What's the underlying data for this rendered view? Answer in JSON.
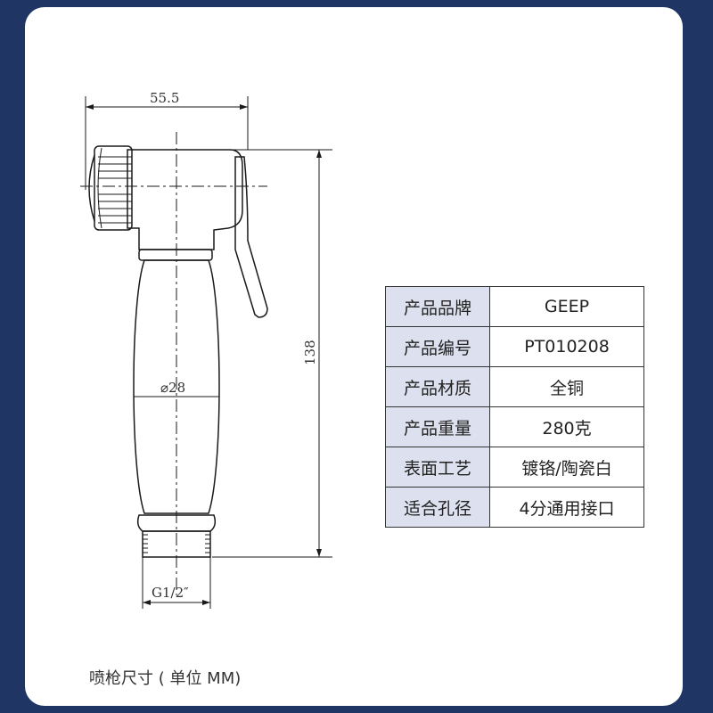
{
  "drawing": {
    "dim_width": "55.5",
    "dim_height": "138",
    "dim_diameter": "⌀28",
    "dim_thread": "G1/2″",
    "line_color": "#1a1a1a"
  },
  "spec_table": {
    "header_bg": "#dde1ef",
    "rows": [
      {
        "key": "产品品牌",
        "value": "GEEP"
      },
      {
        "key": "产品编号",
        "value": "PT010208"
      },
      {
        "key": "产品材质",
        "value": "全铜"
      },
      {
        "key": "产品重量",
        "value": "280克"
      },
      {
        "key": "表面工艺",
        "value": "镀铬/陶瓷白"
      },
      {
        "key": "适合孔径",
        "value": "4分通用接口"
      }
    ]
  },
  "caption": "喷枪尺寸 ( 单位 MM)"
}
